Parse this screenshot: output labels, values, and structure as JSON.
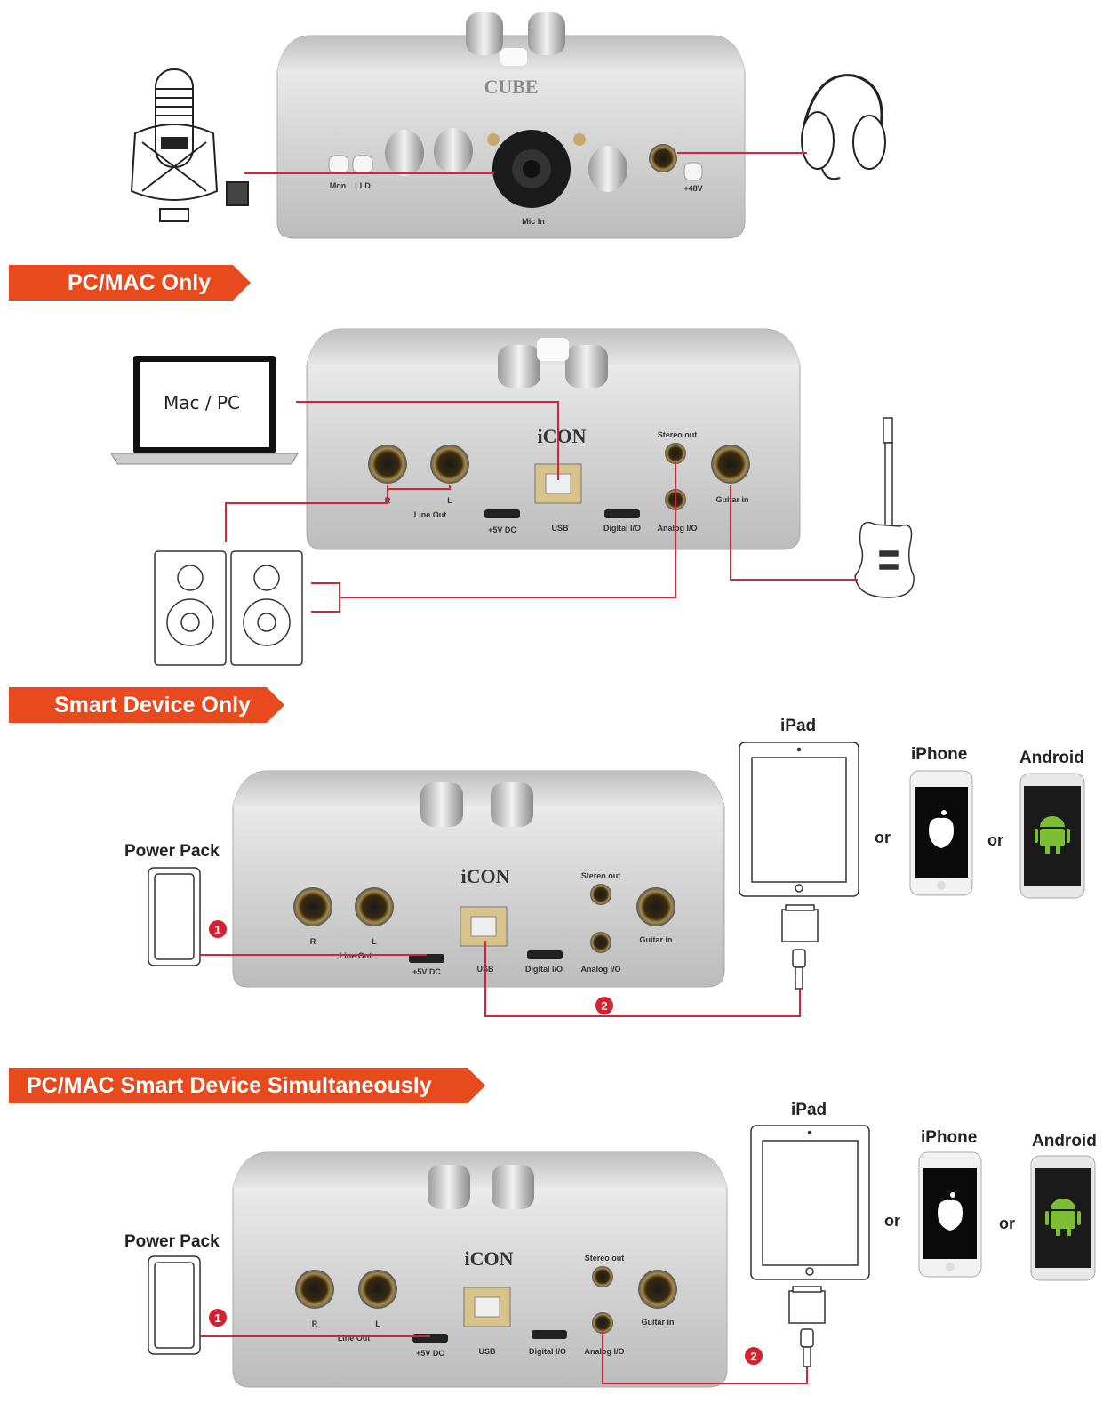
{
  "banners": {
    "pc_mac_only": "PC/MAC Only",
    "smart_device_only": "Smart Device Only",
    "simultaneous": "PC/MAC Smart Device  Simultaneously"
  },
  "front_panel": {
    "mon": "Mon",
    "lld": "LLD",
    "mic_in": "Mic In",
    "phantom": "+48V"
  },
  "rear_panel": {
    "brand": "iCON",
    "stereo_out": "Stereo out",
    "line_out": "Line Out",
    "dc": "+5V DC",
    "usb": "USB",
    "digital_io": "Digital I/O",
    "analog_io": "Analog I/O",
    "guitar_in": "Guitar in",
    "r": "R",
    "l": "L"
  },
  "devices": {
    "computer": "Mac / PC",
    "power_pack": "Power Pack",
    "ipad": "iPad",
    "iphone": "iPhone",
    "android": "Android",
    "or": "or"
  },
  "steps": {
    "one": "1",
    "two": "2"
  },
  "colors": {
    "banner": "#e8491d",
    "cable": "#d0263a",
    "step": "#d42030"
  }
}
